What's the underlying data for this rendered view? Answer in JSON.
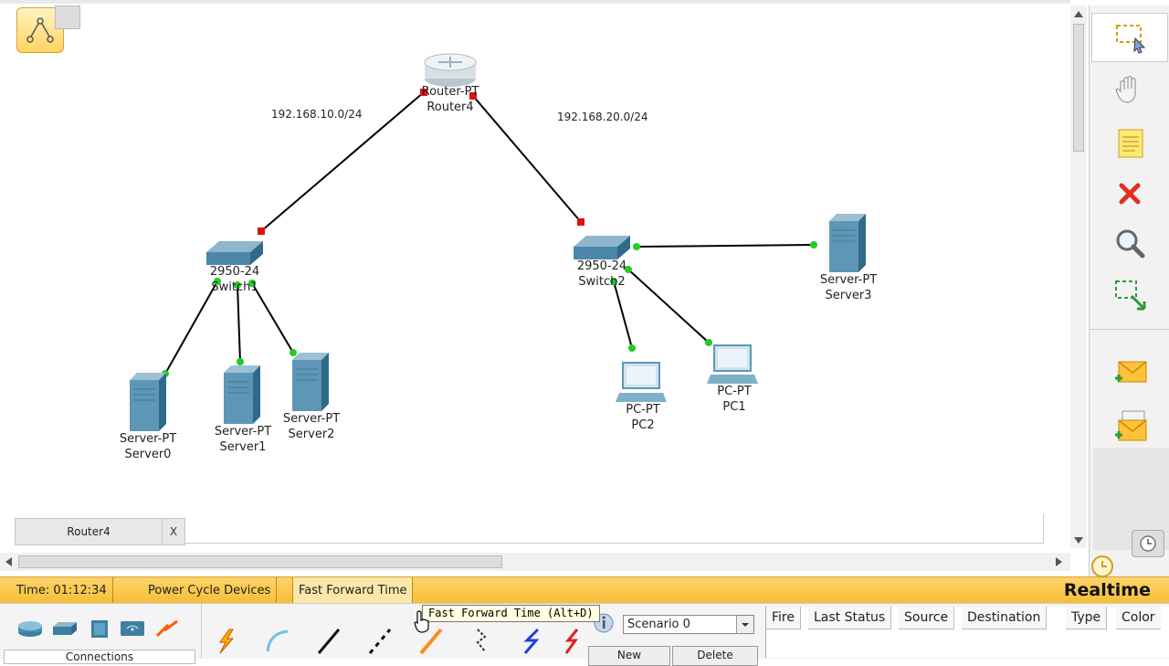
{
  "workspace": {
    "object_tab": {
      "label": "Router4",
      "close": "X"
    },
    "networks": [
      "192.168.10.0/24",
      "192.168.20.0/24"
    ],
    "devices": [
      {
        "id": "router4",
        "model": "Router-PT",
        "name": "Router4"
      },
      {
        "id": "switch1",
        "model": "2950-24",
        "name": "Switch1"
      },
      {
        "id": "switch2",
        "model": "2950-24",
        "name": "Switch2"
      },
      {
        "id": "server0",
        "model": "Server-PT",
        "name": "Server0"
      },
      {
        "id": "server1",
        "model": "Server-PT",
        "name": "Server1"
      },
      {
        "id": "server2",
        "model": "Server-PT",
        "name": "Server2"
      },
      {
        "id": "server3",
        "model": "Server-PT",
        "name": "Server3"
      },
      {
        "id": "pc1",
        "model": "PC-PT",
        "name": "PC1"
      },
      {
        "id": "pc2",
        "model": "PC-PT",
        "name": "PC2"
      }
    ]
  },
  "statusbar": {
    "time": "Time: 01:12:34",
    "power_cycle": "Power Cycle Devices",
    "fast_forward": "Fast Forward Time",
    "mode": "Realtime"
  },
  "tooltip": "Fast Forward Time (Alt+D)",
  "bottom": {
    "category_label": "Connections",
    "scenario": "Scenario 0",
    "new_label": "New",
    "delete_label": "Delete",
    "pdu_columns": [
      "Fire",
      "Last Status",
      "Source",
      "Destination",
      "Type",
      "Color"
    ]
  },
  "colors": {
    "link": "#000000",
    "port_up": "#22cc22",
    "port_down": "#dd1111",
    "statusbar": "#f6be35"
  },
  "icons": [
    "logical-view-icon",
    "select-icon",
    "hand-icon",
    "note-icon",
    "delete-icon",
    "inspect-icon",
    "resize-icon",
    "add-simple-pdu-icon",
    "add-complex-pdu-icon"
  ]
}
